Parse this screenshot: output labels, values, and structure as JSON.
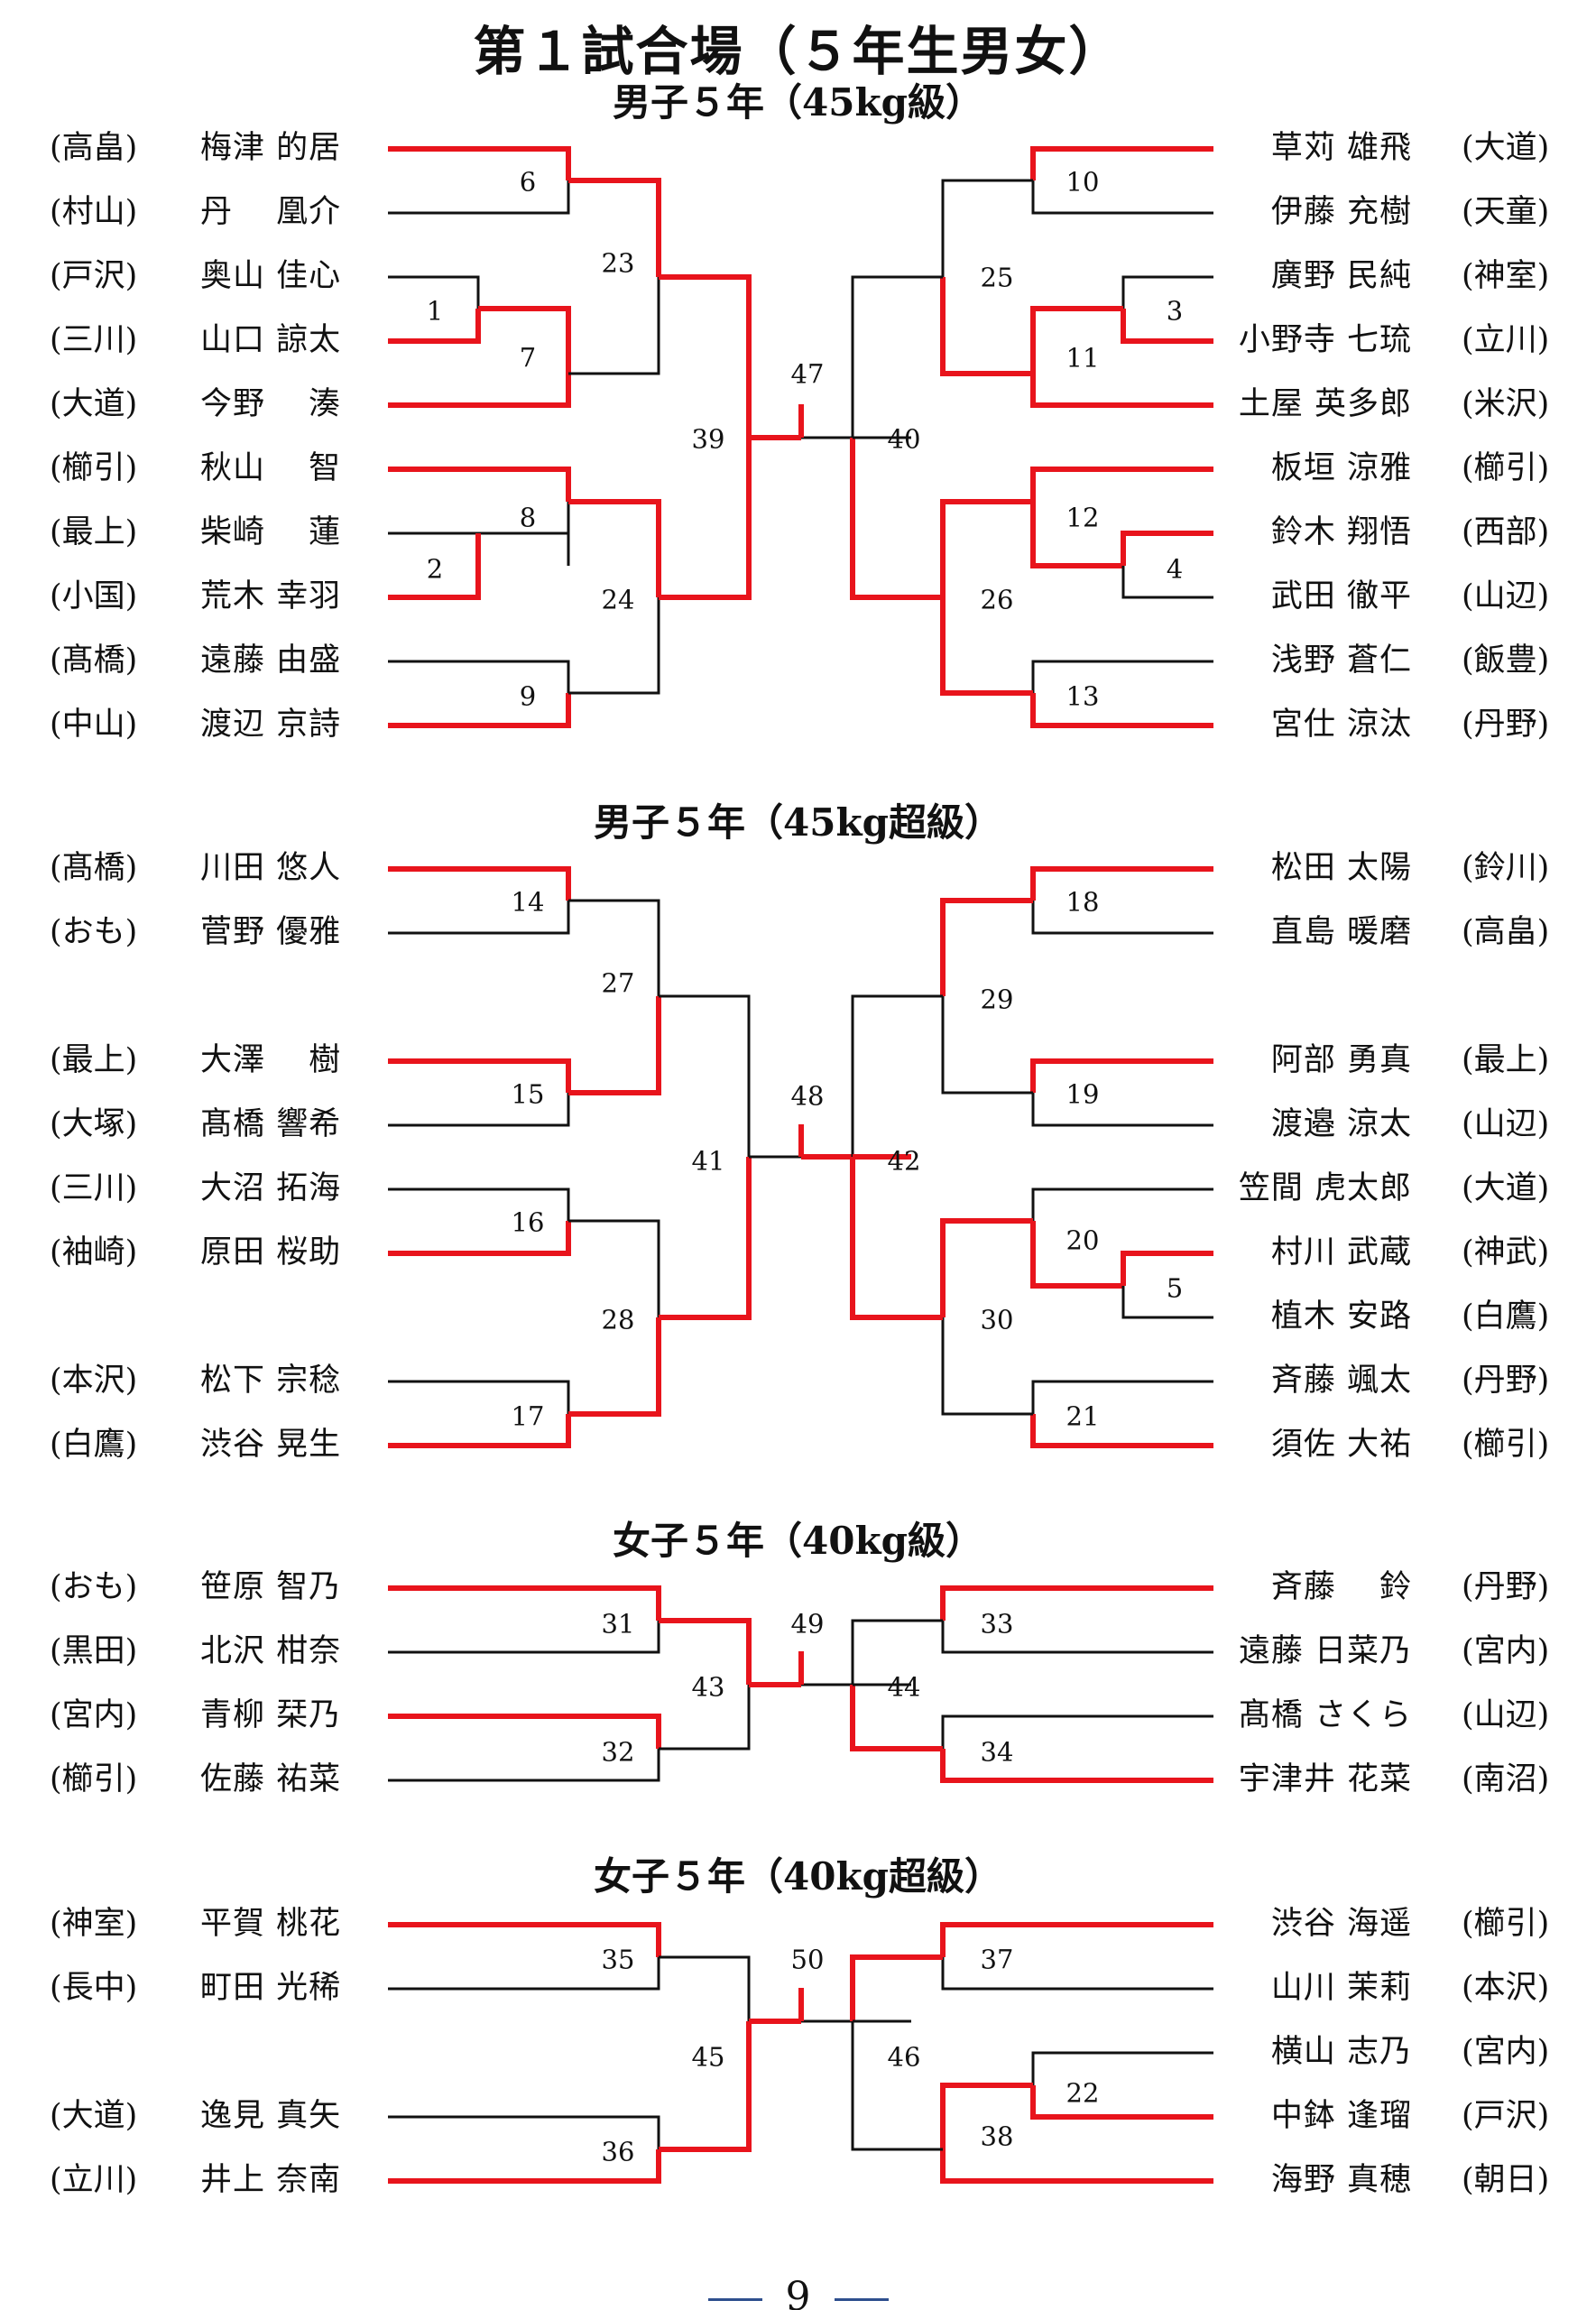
{
  "page_title": "第１試合場（５年生男女）",
  "page_number": "9",
  "sections": [
    {
      "title": "男子５年（45kg級）",
      "left": [
        [
          "(高畠)",
          "梅津 的居"
        ],
        [
          "(村山)",
          "丹　 凰介"
        ],
        [
          "(戸沢)",
          "奥山 佳心"
        ],
        [
          "(三川)",
          "山口 諒太"
        ],
        [
          "(大道)",
          "今野　 湊"
        ],
        [
          "(櫛引)",
          "秋山　 智"
        ],
        [
          "(最上)",
          "柴崎　 蓮"
        ],
        [
          "(小国)",
          "荒木 幸羽"
        ],
        [
          "(髙橋)",
          "遠藤 由盛"
        ],
        [
          "(中山)",
          "渡辺 京詩"
        ]
      ],
      "right": [
        [
          "草苅 雄飛",
          "(大道)"
        ],
        [
          "伊藤 充樹",
          "(天童)"
        ],
        [
          "廣野 民純",
          "(神室)"
        ],
        [
          "小野寺 七琉",
          "(立川)"
        ],
        [
          "土屋 英多郎",
          "(米沢)"
        ],
        [
          "板垣 涼雅",
          "(櫛引)"
        ],
        [
          "鈴木 翔悟",
          "(西部)"
        ],
        [
          "武田 徹平",
          "(山辺)"
        ],
        [
          "浅野 蒼仁",
          "(飯豊)"
        ],
        [
          "宮仕 涼汰",
          "(丹野)"
        ]
      ]
    },
    {
      "title": "男子５年（45kg超級）",
      "left": [
        [
          "(髙橋)",
          "川田 悠人"
        ],
        [
          "(おも)",
          "菅野 優雅"
        ],
        [
          "(最上)",
          "大澤　 樹"
        ],
        [
          "(大塚)",
          "髙橋 響希"
        ],
        [
          "(三川)",
          "大沼 拓海"
        ],
        [
          "(袖崎)",
          "原田 桜助"
        ],
        [
          "(本沢)",
          "松下 宗稔"
        ],
        [
          "(白鷹)",
          "渋谷 晃生"
        ]
      ],
      "right": [
        [
          "松田 太陽",
          "(鈴川)"
        ],
        [
          "直島 暖磨",
          "(高畠)"
        ],
        [
          "阿部 勇真",
          "(最上)"
        ],
        [
          "渡邉 涼太",
          "(山辺)"
        ],
        [
          "笠間 虎太郎",
          "(大道)"
        ],
        [
          "村川 武蔵",
          "(神武)"
        ],
        [
          "植木 安路",
          "(白鷹)"
        ],
        [
          "斉藤 颯太",
          "(丹野)"
        ],
        [
          "須佐 大祐",
          "(櫛引)"
        ]
      ]
    },
    {
      "title": "女子５年（40kg級）",
      "left": [
        [
          "(おも)",
          "笹原 智乃"
        ],
        [
          "(黒田)",
          "北沢 柑奈"
        ],
        [
          "(宮内)",
          "青柳 栞乃"
        ],
        [
          "(櫛引)",
          "佐藤 祐菜"
        ]
      ],
      "right": [
        [
          "斉藤　 鈴",
          "(丹野)"
        ],
        [
          "遠藤 日菜乃",
          "(宮内)"
        ],
        [
          "髙橋 さくら",
          "(山辺)"
        ],
        [
          "宇津井 花菜",
          "(南沼)"
        ]
      ]
    },
    {
      "title": "女子５年（40kg超級）",
      "left": [
        [
          "(神室)",
          "平賀 桃花"
        ],
        [
          "(長中)",
          "町田 光稀"
        ],
        [
          "(大道)",
          "逸見 真矢"
        ],
        [
          "(立川)",
          "井上 奈南"
        ]
      ],
      "right": [
        [
          "渋谷 海遥",
          "(櫛引)"
        ],
        [
          "山川 茉莉",
          "(本沢)"
        ],
        [
          "横山 志乃",
          "(宮内)"
        ],
        [
          "中鉢 逢瑠",
          "(戸沢)"
        ],
        [
          "海野 真穂",
          "(朝日)"
        ]
      ]
    }
  ],
  "match_numbers": [
    "1",
    "2",
    "3",
    "4",
    "5",
    "6",
    "7",
    "8",
    "9",
    "10",
    "11",
    "12",
    "13",
    "14",
    "15",
    "16",
    "17",
    "18",
    "19",
    "20",
    "21",
    "22",
    "23",
    "24",
    "25",
    "26",
    "27",
    "28",
    "29",
    "30",
    "31",
    "32",
    "33",
    "34",
    "35",
    "36",
    "37",
    "38",
    "39",
    "40",
    "41",
    "42",
    "43",
    "44",
    "45",
    "46",
    "47",
    "48",
    "49",
    "50"
  ],
  "colors": {
    "winner_line": "#e8141c",
    "loser_line": "#111111",
    "footer_dash": "#2e4f8e"
  }
}
